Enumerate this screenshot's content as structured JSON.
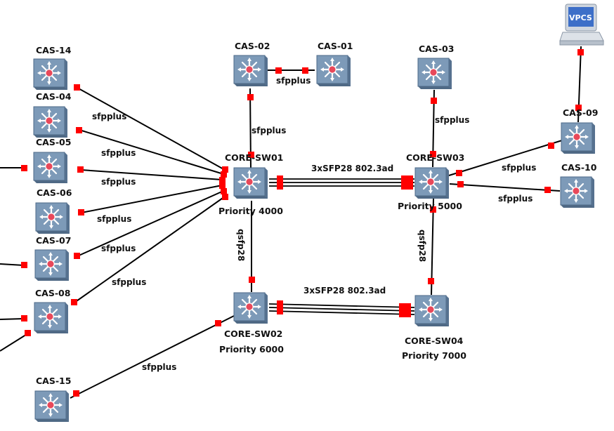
{
  "colors": {
    "background": "#ffffff",
    "link": "#000000",
    "port": "#ff0000",
    "switch_fill": "#7b98b6",
    "switch_edge": "#4d6a88",
    "switch_hub": "#e8485a",
    "vpcs_screen": "#3d6fc8"
  },
  "nodes": {
    "cas14": {
      "label": "CAS-14",
      "icon": "switch-icon"
    },
    "cas04": {
      "label": "CAS-04",
      "icon": "switch-icon"
    },
    "cas05": {
      "label": "CAS-05",
      "icon": "switch-icon"
    },
    "cas06": {
      "label": "CAS-06",
      "icon": "switch-icon"
    },
    "cas07": {
      "label": "CAS-07",
      "icon": "switch-icon"
    },
    "cas08": {
      "label": "CAS-08",
      "icon": "switch-icon"
    },
    "cas15": {
      "label": "CAS-15",
      "icon": "switch-icon"
    },
    "cas02": {
      "label": "CAS-02",
      "icon": "switch-icon"
    },
    "cas01": {
      "label": "CAS-01",
      "icon": "switch-icon"
    },
    "cas03": {
      "label": "CAS-03",
      "icon": "switch-icon"
    },
    "cas09": {
      "label": "CAS-09",
      "icon": "switch-icon"
    },
    "cas10": {
      "label": "CAS-10",
      "icon": "switch-icon"
    },
    "core1": {
      "label": "CORE-SW01",
      "priority": "Priority 4000",
      "icon": "switch-icon"
    },
    "core2": {
      "label": "CORE-SW02",
      "priority": "Priority 6000",
      "icon": "switch-icon"
    },
    "core3": {
      "label": "CORE-SW03",
      "priority": "Priority 5000",
      "icon": "switch-icon"
    },
    "core4": {
      "label": "CORE-SW04",
      "priority": "Priority 7000",
      "icon": "switch-icon"
    },
    "vpcs": {
      "label": "VPCS",
      "icon": "vpcs-computer-icon"
    }
  },
  "links": {
    "cas14_core1": "sfpplus",
    "cas04_core1": "sfpplus",
    "cas05_core1": "sfpplus",
    "cas06_core1": "sfpplus",
    "cas07_core1": "sfpplus",
    "cas08_core1": "sfpplus",
    "cas02_cas01": "sfpplus",
    "cas02_core1": "sfpplus",
    "cas03_core3": "sfpplus",
    "core3_cas09": "sfpplus",
    "core3_cas10": "sfpplus",
    "cas15_core2": "sfpplus",
    "core1_core2": "qsfp28",
    "core3_core4": "qsfp28",
    "core1_core3": "3xSFP28 802.3ad",
    "core2_core4": "3xSFP28 802.3ad"
  }
}
